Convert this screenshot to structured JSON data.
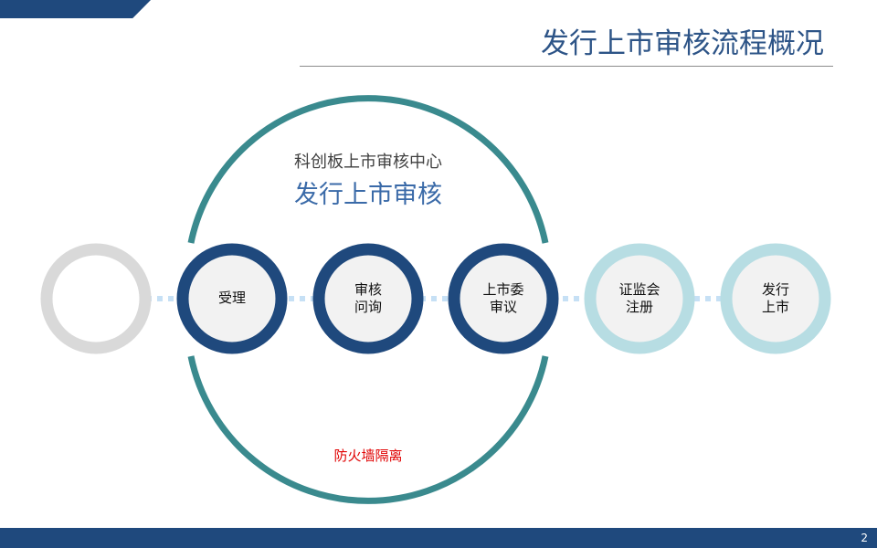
{
  "header": {
    "title": "发行上市审核流程概况"
  },
  "center": {
    "subtitle": "科创板上市审核中心",
    "title": "发行上市审核",
    "firewall": "防火墙隔离"
  },
  "steps": [
    {
      "line1": "",
      "line2": "",
      "status": "empty"
    },
    {
      "line1": "受理",
      "line2": "",
      "status": "exchange"
    },
    {
      "line1": "审核",
      "line2": "问询",
      "status": "exchange"
    },
    {
      "line1": "上市委",
      "line2": "审议",
      "status": "exchange"
    },
    {
      "line1": "证监会",
      "line2": "注册",
      "status": "external"
    },
    {
      "line1": "发行",
      "line2": "上市",
      "status": "external"
    }
  ],
  "colors": {
    "primary": "#1f497d",
    "teal": "#3a8a8e",
    "light": "#b7dde3",
    "gray": "#d9d9d9",
    "dots": "#c6e0f5"
  },
  "footer": {
    "page": "2"
  }
}
